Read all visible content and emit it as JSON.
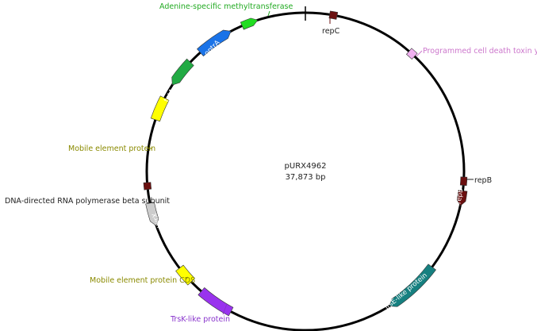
{
  "plasmid": {
    "name": "pURX4962",
    "size_label": "37,873 bp"
  },
  "features": [
    {
      "id": "adenine-methyltransferase",
      "label": "Adenine-specific methyltransferase",
      "inner": false,
      "color": "#22dd22",
      "text_color": "#22aa22"
    },
    {
      "id": "repC",
      "label": "repC",
      "inner": false,
      "color": "#6b1010",
      "text_color": "#222222"
    },
    {
      "id": "programmed-cell-death-toxin",
      "label": "Programmed cell death toxin ydcE",
      "inner": false,
      "color": "#f0b0f0",
      "text_color": "#cc77cc"
    },
    {
      "id": "repB-small",
      "label": "repB",
      "inner": false,
      "color": "#6b1010",
      "text_color": "#222222"
    },
    {
      "id": "repB",
      "label": "repB",
      "inner": true,
      "color": "#6b1010",
      "text_color": "#ffffff"
    },
    {
      "id": "trse-like-protein",
      "label": "TrsE-like protein",
      "inner": true,
      "color": "#168080",
      "text_color": "#ffffff"
    },
    {
      "id": "trsk-like-protein",
      "label": "TrsK-like protein",
      "inner": false,
      "color": "#9933ee",
      "text_color": "#8833cc"
    },
    {
      "id": "mobile-element-protein-cds",
      "label": "Mobile element protein CDS",
      "inner": false,
      "color": "#ffff00",
      "text_color": "#8a8a00"
    },
    {
      "id": "uvrX",
      "label": "uvrX",
      "inner": true,
      "color": "#cccccc",
      "text_color": "#333333"
    },
    {
      "id": "rna-polymerase-beta",
      "label": "DNA-directed RNA polymerase beta subunit",
      "inner": false,
      "color": "#6b1010",
      "text_color": "#222222"
    },
    {
      "id": "mobile-element-protein",
      "label": "Mobile element protein",
      "inner": false,
      "color": "#ffff00",
      "text_color": "#8a8a00"
    },
    {
      "id": "tetA",
      "label": "tetA",
      "inner": true,
      "color": "#22aa44",
      "text_color": "#222222"
    },
    {
      "id": "optrA",
      "label": "optrA",
      "inner": true,
      "color": "#1a73e8",
      "text_color": "#ffffff"
    }
  ]
}
